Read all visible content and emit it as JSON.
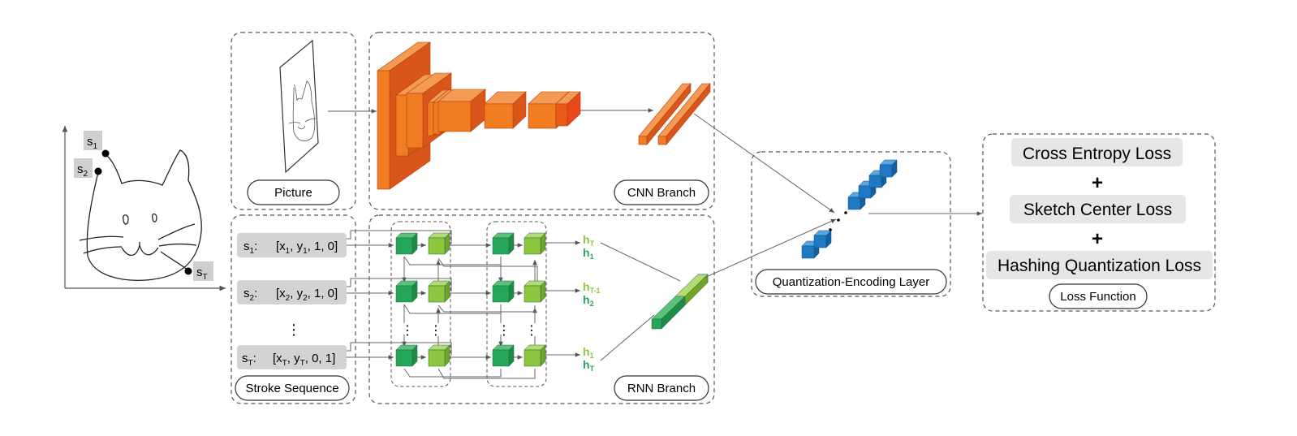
{
  "sketch": {
    "points": [
      {
        "base": "s",
        "sub": "1"
      },
      {
        "base": "s",
        "sub": "2"
      },
      {
        "base": "s",
        "sub": "T"
      }
    ]
  },
  "picture_panel": {
    "label": "Picture"
  },
  "cnn_panel": {
    "label": "CNN Branch"
  },
  "stroke_panel": {
    "label": "Stroke Sequence",
    "rows": [
      {
        "name": "s",
        "name_sub": "1",
        "sep": ":",
        "vector": [
          "[x",
          "1",
          ", y",
          "1",
          ", 1, 0]"
        ]
      },
      {
        "name": "s",
        "name_sub": "2",
        "sep": ":",
        "vector": [
          "[x",
          "2",
          ", y",
          "2",
          ", 1, 0]"
        ]
      },
      {
        "name": "s",
        "name_sub": "T",
        "sep": ":",
        "vector": [
          "[x",
          "T",
          ", y",
          "T",
          ", 0, 1]"
        ]
      }
    ],
    "ellipsis": "⋮"
  },
  "rnn_panel": {
    "label": "RNN Branch",
    "ellipsis": "⋮",
    "hidden_states": [
      {
        "top": {
          "base": "h",
          "sub": "T"
        },
        "bottom": {
          "base": "h",
          "sub": "1"
        }
      },
      {
        "top": {
          "base": "h",
          "sub": "T-1"
        },
        "bottom": {
          "base": "h",
          "sub": "2"
        }
      },
      {
        "top": {
          "base": "h",
          "sub": "1"
        },
        "bottom": {
          "base": "h",
          "sub": "T"
        }
      }
    ]
  },
  "quant_panel": {
    "label": "Quantization-Encoding Layer"
  },
  "loss_panel": {
    "label": "Loss Function",
    "terms": [
      "Cross Entropy Loss",
      "Sketch Center Loss",
      "Hashing Quantization Loss"
    ],
    "operator": "+"
  },
  "colors": {
    "cnn_orange": "#f07d22",
    "cnn_orange_dark": "#d9561a",
    "rnn_dark_green": "#26a65b",
    "rnn_light_green": "#8dc63f",
    "hidden_top_green": "#8dc63f",
    "hidden_bottom_green": "#26a65b",
    "quant_blue": "#1f78c1",
    "loss_box_gray": "#e6e6e6",
    "stroke_box_gray": "#d3d3d3"
  }
}
